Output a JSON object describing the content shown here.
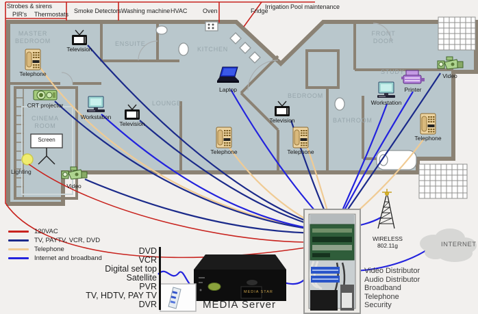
{
  "top_bus": {
    "labels": [
      "Strobes & sirens",
      "PIR's",
      "Thermostats",
      "Smoke Detectors",
      "Washing machine",
      "HVAC",
      "Oven",
      "Fridge",
      "Irrigation",
      "Pool maintenance"
    ]
  },
  "rooms": [
    {
      "id": "master-bedroom",
      "line1": "MASTER",
      "line2": "BEDROOM"
    },
    {
      "id": "ensuite",
      "line1": "ENSUITE"
    },
    {
      "id": "kitchen",
      "line1": "KITCHEN"
    },
    {
      "id": "front-door",
      "line1": "FRONT",
      "line2": "DOOR"
    },
    {
      "id": "lounge",
      "line1": "LOUNGE"
    },
    {
      "id": "cinema-room",
      "line1": "CINEMA",
      "line2": "ROOM"
    },
    {
      "id": "bedroom",
      "line1": "BEDROOM"
    },
    {
      "id": "bathroom",
      "line1": "BATHROOM"
    },
    {
      "id": "study",
      "line1": "STUDY"
    }
  ],
  "devices": [
    {
      "id": "tv-master",
      "label": "Television"
    },
    {
      "id": "phone-master",
      "label": "Telephone"
    },
    {
      "id": "crt-projector",
      "label": "CRT projector"
    },
    {
      "id": "screen",
      "label": "Screen"
    },
    {
      "id": "lighting",
      "label": "Lighting"
    },
    {
      "id": "video-left",
      "label": "Video"
    },
    {
      "id": "workstation-lounge",
      "label": "Workstation"
    },
    {
      "id": "tv-lounge",
      "label": "Television"
    },
    {
      "id": "laptop",
      "label": "Laptop"
    },
    {
      "id": "phone-lounge",
      "label": "Telephone"
    },
    {
      "id": "tv-bedroom",
      "label": "Television"
    },
    {
      "id": "phone-bedroom",
      "label": "Telephone"
    },
    {
      "id": "workstation-study",
      "label": "Workstation"
    },
    {
      "id": "printer",
      "label": "Printer"
    },
    {
      "id": "video-right",
      "label": "Video"
    },
    {
      "id": "phone-study",
      "label": "Telephone"
    }
  ],
  "legend": {
    "items": [
      {
        "label": "120VAC",
        "color": "#c8231e"
      },
      {
        "label": "TV, PAYTV, VCR, DVD",
        "color": "#1b2a8a"
      },
      {
        "label": "Telephone",
        "color": "#f0cb94"
      },
      {
        "label": "Internet and broadband",
        "color": "#2323dd"
      }
    ]
  },
  "media": {
    "inputs": [
      "DVD",
      "VCR",
      "Digital set top",
      "Satellite",
      "PVR",
      "TV, HDTV, PAY TV",
      "DVR"
    ],
    "server_label": "MEDIA Server",
    "server_brand": "MEDIA STAR"
  },
  "panel": {
    "services": [
      "Video Distributor",
      "Audio Distributor",
      "Broadband",
      "Telephone",
      "Security"
    ]
  },
  "network": {
    "wireless_name": "WIRELESS",
    "wireless_standard": "802.11g",
    "internet_label": "INTERNET"
  }
}
